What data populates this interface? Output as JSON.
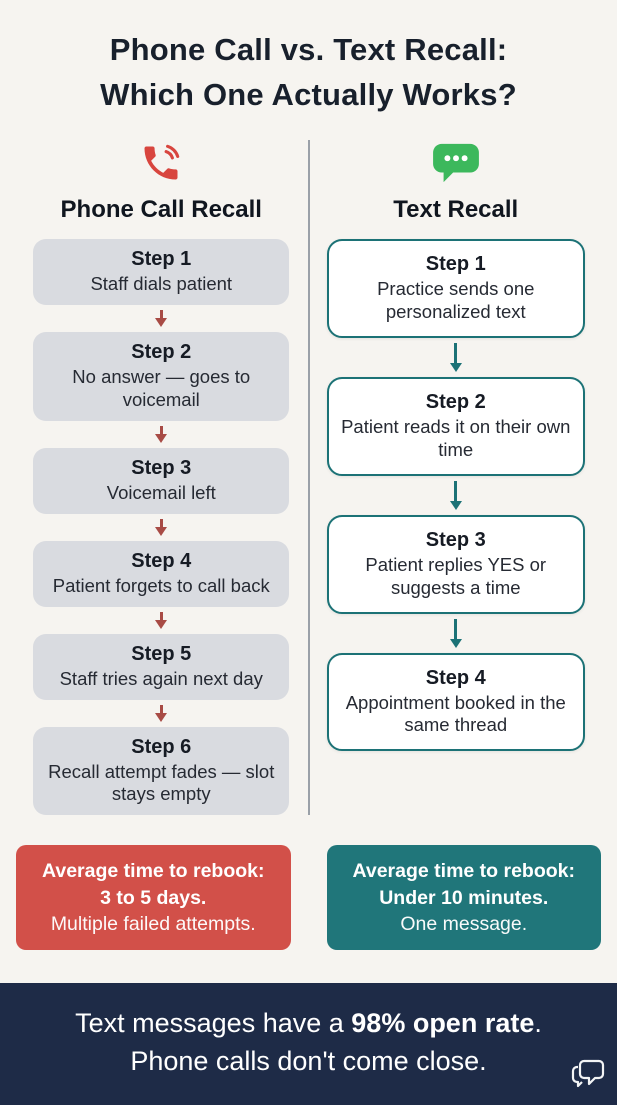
{
  "title": {
    "line1": "Phone Call vs. Text Recall:",
    "line2": "Which One Actually Works?"
  },
  "phone_column": {
    "heading": "Phone Call Recall",
    "icon": "phone-call-icon",
    "steps": [
      {
        "label": "Step 1",
        "text": "Staff dials patient"
      },
      {
        "label": "Step 2",
        "text": "No answer — goes to voicemail"
      },
      {
        "label": "Step 3",
        "text": "Voicemail left"
      },
      {
        "label": "Step 4",
        "text": "Patient forgets to call back"
      },
      {
        "label": "Step 5",
        "text": "Staff tries again next day"
      },
      {
        "label": "Step 6",
        "text": "Recall attempt fades — slot stays empty"
      }
    ],
    "summary": {
      "line1": "Average time to rebook:",
      "line2": "3 to 5 days.",
      "line3": "Multiple failed attempts."
    }
  },
  "text_column": {
    "heading": "Text Recall",
    "icon": "chat-bubble-icon",
    "steps": [
      {
        "label": "Step 1",
        "text": "Practice sends one personalized text"
      },
      {
        "label": "Step 2",
        "text": "Patient reads it on their own time"
      },
      {
        "label": "Step 3",
        "text": "Patient replies YES or suggests a time"
      },
      {
        "label": "Step 4",
        "text": "Appointment booked in the same thread"
      }
    ],
    "summary": {
      "line1": "Average time to rebook:",
      "line2": "Under 10 minutes.",
      "line3": "One message."
    }
  },
  "footer": {
    "line1_prefix": "Text messages have a ",
    "line1_bold": "98% open rate",
    "line1_suffix": ".",
    "line2": "Phone calls don't come close."
  },
  "colors": {
    "phone_accent": "#d8453e",
    "phone_arrow": "#a84b45",
    "phone_summary_bg": "#d25049",
    "text_accent": "#1c7276",
    "text_summary_bg": "#20767a",
    "bubble_green": "#3cb85c",
    "step_gray_bg": "#d9dbe0",
    "footer_bg": "#1e2b47",
    "page_bg": "#f6f4f0"
  }
}
